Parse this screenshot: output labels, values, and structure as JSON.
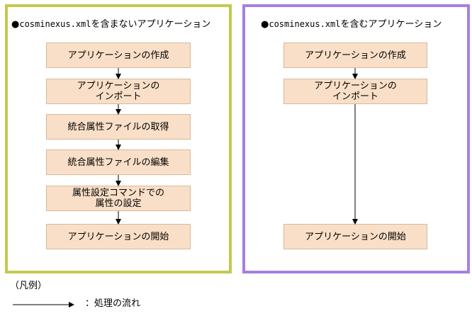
{
  "left_panel": {
    "bullet": "●",
    "filename": "cosminexus.xml",
    "title_suffix": "を含まないアプリケーション",
    "border_color": "#c3c94f",
    "steps": [
      "アプリケーションの作成",
      "アプリケーションの\nインポート",
      "統合属性ファイルの取得",
      "統合属性ファイルの編集",
      "属性設定コマンドでの\n属性の設定",
      "アプリケーションの開始"
    ]
  },
  "right_panel": {
    "bullet": "●",
    "filename": "cosminexus.xml",
    "title_suffix": "を含むアプリケーション",
    "border_color": "#a77fe0",
    "steps": [
      "アプリケーションの作成",
      "アプリケーションの\nインポート",
      "アプリケーションの開始"
    ]
  },
  "legend": {
    "title": "（凡例）",
    "arrow_label": "：処理の流れ"
  },
  "colors": {
    "step_fill": "#f9dfc7",
    "step_border": "#d9b89b"
  }
}
